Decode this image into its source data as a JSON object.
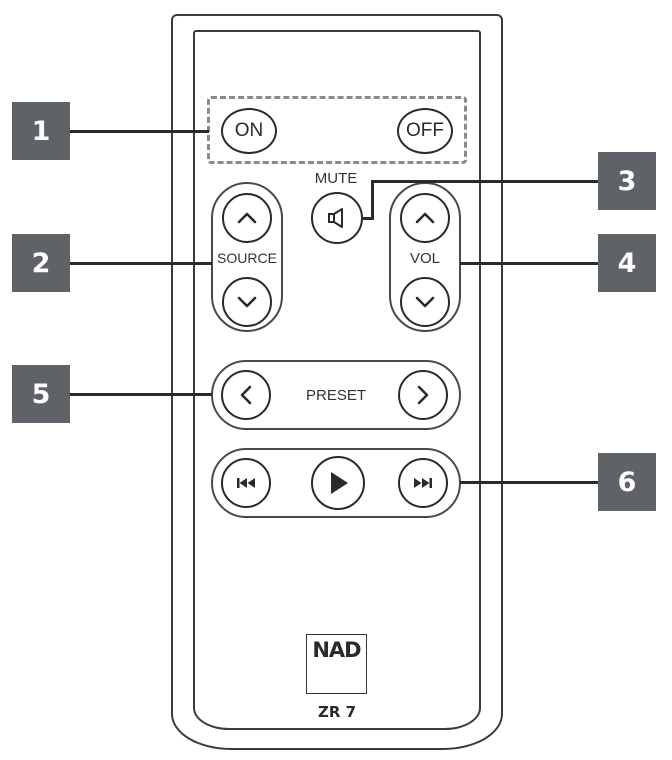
{
  "remote": {
    "buttons": {
      "on_label": "ON",
      "off_label": "OFF",
      "mute_label": "MUTE",
      "source_label": "SOURCE",
      "vol_label": "VOL",
      "preset_label": "PRESET"
    },
    "brand_logo": "NAD",
    "model": "ZR 7"
  },
  "callouts": [
    "1",
    "2",
    "3",
    "4",
    "5",
    "6"
  ],
  "icons": {
    "mute": "speaker-icon",
    "up": "chevron-up-icon",
    "down": "chevron-down-icon",
    "left": "chevron-left-icon",
    "right": "chevron-right-icon",
    "previous": "skip-previous-icon",
    "play": "play-icon",
    "next": "skip-next-icon"
  },
  "colors": {
    "callout_background": "#5f6266",
    "outline": "#2a2a2a",
    "dashed_outline": "#8a8a8a"
  }
}
